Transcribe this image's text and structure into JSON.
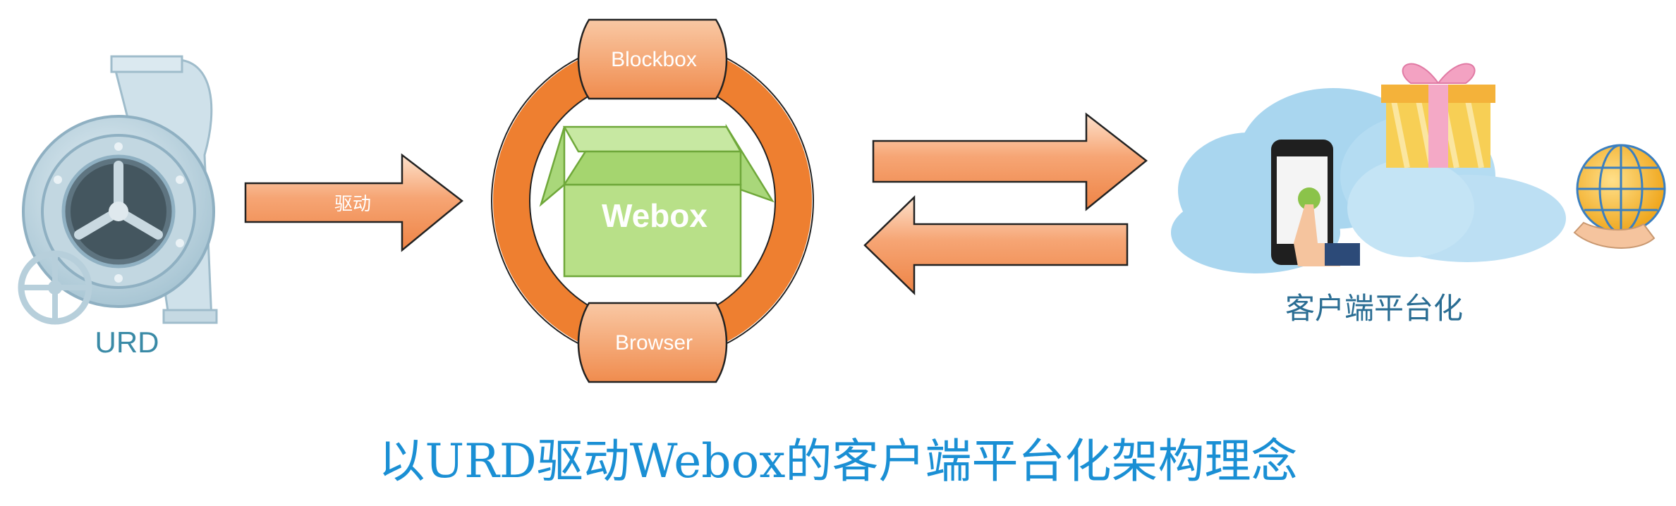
{
  "diagram": {
    "urd_label": "URD",
    "drive_label": "驱动",
    "top_capsule_label": "Blockbox",
    "center_box_label": "Webox",
    "bottom_capsule_label": "Browser",
    "platform_label": "客户端平台化"
  },
  "caption": "以URD驱动Webox的客户端平台化架构理念",
  "colors": {
    "ring": "#ee7f30",
    "capsule": "#f5a36f",
    "arrow": "#f5a070",
    "box": "#b8e088",
    "cloud": "#a9d6ef",
    "caption": "#1a8fd4",
    "urd_text": "#3a8aa6"
  }
}
